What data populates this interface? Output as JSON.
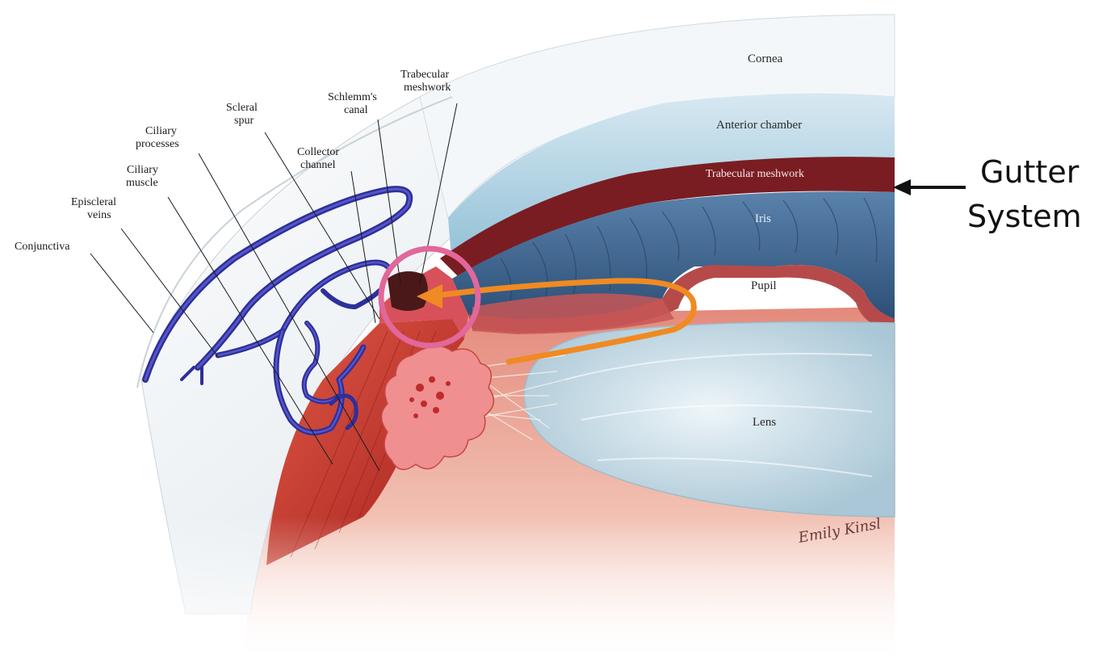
{
  "diagram": {
    "labels": {
      "conjunctiva": "Conjunctiva",
      "episcleral_1": "Episcleral",
      "episcleral_2": "veins",
      "ciliary_muscle_1": "Ciliary",
      "ciliary_muscle_2": "muscle",
      "ciliary_processes_1": "Ciliary",
      "ciliary_processes_2": "processes",
      "scleral_spur_1": "Scleral",
      "scleral_spur_2": "spur",
      "collector_1": "Collector",
      "collector_2": "channel",
      "schlemm_1": "Schlemm's",
      "schlemm_2": "canal",
      "trabecular_1": "Trabecular",
      "trabecular_2": "meshwork"
    },
    "region_labels": {
      "cornea": "Cornea",
      "anterior_chamber": "Anterior chamber",
      "trabecular_meshwork": "Trabecular meshwork",
      "iris": "Iris",
      "pupil": "Pupil",
      "lens": "Lens"
    },
    "callout": {
      "line1": "Gutter",
      "line2": "System"
    },
    "signature": "Emily Kinsl",
    "colors": {
      "sclera": "#e9eef2",
      "cornea": "#eef4f8",
      "aqueous": "#a9cfe0",
      "trabecular_band": "#7a1d22",
      "iris": "#3f6a93",
      "pupil_rim": "#b64a4a",
      "lens": "#c9dde7",
      "ciliary": "#c9312c",
      "vein": "#2e2f9a",
      "flow_arrow": "#f08a22",
      "highlight_ring": "#e2679a"
    }
  }
}
